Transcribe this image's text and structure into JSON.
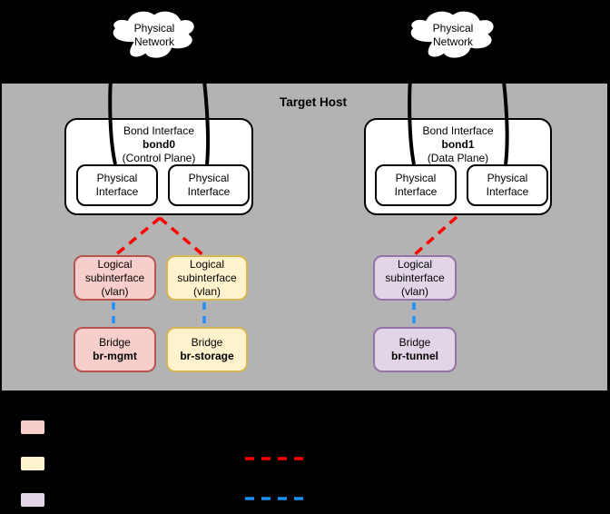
{
  "host": {
    "title": "Target Host"
  },
  "clouds": [
    {
      "line1": "Physical",
      "line2": "Network"
    },
    {
      "line1": "Physical",
      "line2": "Network"
    }
  ],
  "bonds": [
    {
      "type_label": "Bond Interface",
      "name": "bond0",
      "plane": "(Control Plane)",
      "interfaces": [
        {
          "line1": "Physical",
          "line2": "Interface"
        },
        {
          "line1": "Physical",
          "line2": "Interface"
        }
      ]
    },
    {
      "type_label": "Bond Interface",
      "name": "bond1",
      "plane": "(Data Plane)",
      "interfaces": [
        {
          "line1": "Physical",
          "line2": "Interface"
        },
        {
          "line1": "Physical",
          "line2": "Interface"
        }
      ]
    }
  ],
  "subinterfaces": [
    {
      "line1": "Logical",
      "line2": "subinterface",
      "line3": "(vlan)",
      "color": "mgmt"
    },
    {
      "line1": "Logical",
      "line2": "subinterface",
      "line3": "(vlan)",
      "color": "storage"
    },
    {
      "line1": "Logical",
      "line2": "subinterface",
      "line3": "(vlan)",
      "color": "tunnel"
    }
  ],
  "bridges": [
    {
      "label": "Bridge",
      "name": "br-mgmt",
      "color": "mgmt"
    },
    {
      "label": "Bridge",
      "name": "br-storage",
      "color": "storage"
    },
    {
      "label": "Bridge",
      "name": "br-tunnel",
      "color": "tunnel"
    }
  ],
  "legend": {
    "swatches": [
      {
        "name": "mgmt-color-swatch"
      },
      {
        "name": "storage-color-swatch"
      },
      {
        "name": "tunnel-color-swatch"
      }
    ],
    "line_samples": [
      {
        "name": "vlan-link-sample"
      },
      {
        "name": "bridge-link-sample"
      }
    ]
  },
  "colors": {
    "background": "#000000",
    "host_bg": "#b3b3b3",
    "node_fill": "#ffffff",
    "node_stroke": "#000000",
    "mgmt_fill": "#f8cecc",
    "mgmt_stroke": "#b85450",
    "storage_fill": "#fff2cc",
    "storage_stroke": "#d6b656",
    "tunnel_fill": "#e1d5e7",
    "tunnel_stroke": "#9673a6",
    "vlan_link": "#ff0000",
    "bridge_link": "#1e90ff"
  }
}
